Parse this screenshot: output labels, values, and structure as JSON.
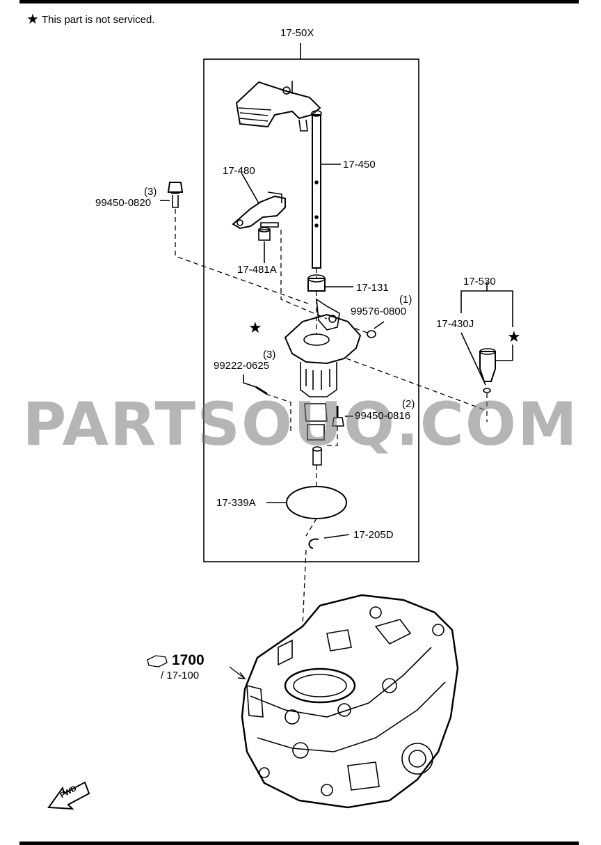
{
  "note": {
    "star": "★",
    "text": "This part is not serviced."
  },
  "watermark": "PARTSOUQ.COM",
  "assembly": {
    "code": "17-50X"
  },
  "parts": {
    "p450": "17-450",
    "p480": "17-480",
    "p481a": "17-481A",
    "p131": "17-131",
    "bolt_qty": "(3)",
    "bolt_code": "99450-0820",
    "oring_qty": "(1)",
    "oring_code": "99576-0800",
    "pin_qty": "(3)",
    "pin_code": "99222-0625",
    "bolt2_qty": "(2)",
    "bolt2_code": "99450-0816",
    "p339a": "17-339A",
    "p205d": "17-205D",
    "p530": "17-530",
    "p430j": "17-430J",
    "case_main": "1700",
    "case_sub": "/ 17-100",
    "fwd": "FWD"
  },
  "stars": {
    "symbol": "★"
  }
}
